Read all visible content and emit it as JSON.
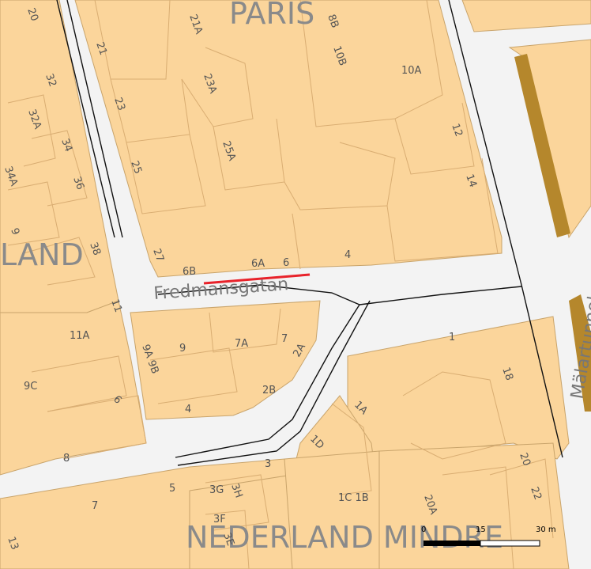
{
  "map": {
    "colors": {
      "building": "#fbd59b",
      "building_stroke": "#c9a46b",
      "street": "#f3f3f3",
      "road_line": "#111111",
      "highlight": "#e8222a",
      "rail": "#b5872c",
      "label": "#555555"
    },
    "districts": {
      "paris": "PARIS",
      "land": "LAND",
      "nederland": "NEDERLAND MINDRE"
    },
    "streets": {
      "fredmansgatan": "Fredmansgatan",
      "malartunneln": "Mälartunneln"
    },
    "house_numbers": [
      "20",
      "21",
      "21A",
      "8B",
      "10B",
      "10A",
      "32",
      "23",
      "23A",
      "32A",
      "34",
      "12",
      "25",
      "25A",
      "34A",
      "36",
      "14",
      "9",
      "38",
      "27",
      "6B",
      "6A",
      "6",
      "4",
      "11",
      "11A",
      "9",
      "7A",
      "7",
      "2A",
      "1",
      "18",
      "9A 9B",
      "9C",
      "2B",
      "6",
      "4",
      "1A",
      "1D",
      "8",
      "20",
      "3",
      "5",
      "3G",
      "3H",
      "1C 1B",
      "20A",
      "22",
      "7",
      "13",
      "3F",
      "3E"
    ],
    "scale": {
      "ticks": [
        "0",
        "15",
        "30 m"
      ]
    }
  }
}
